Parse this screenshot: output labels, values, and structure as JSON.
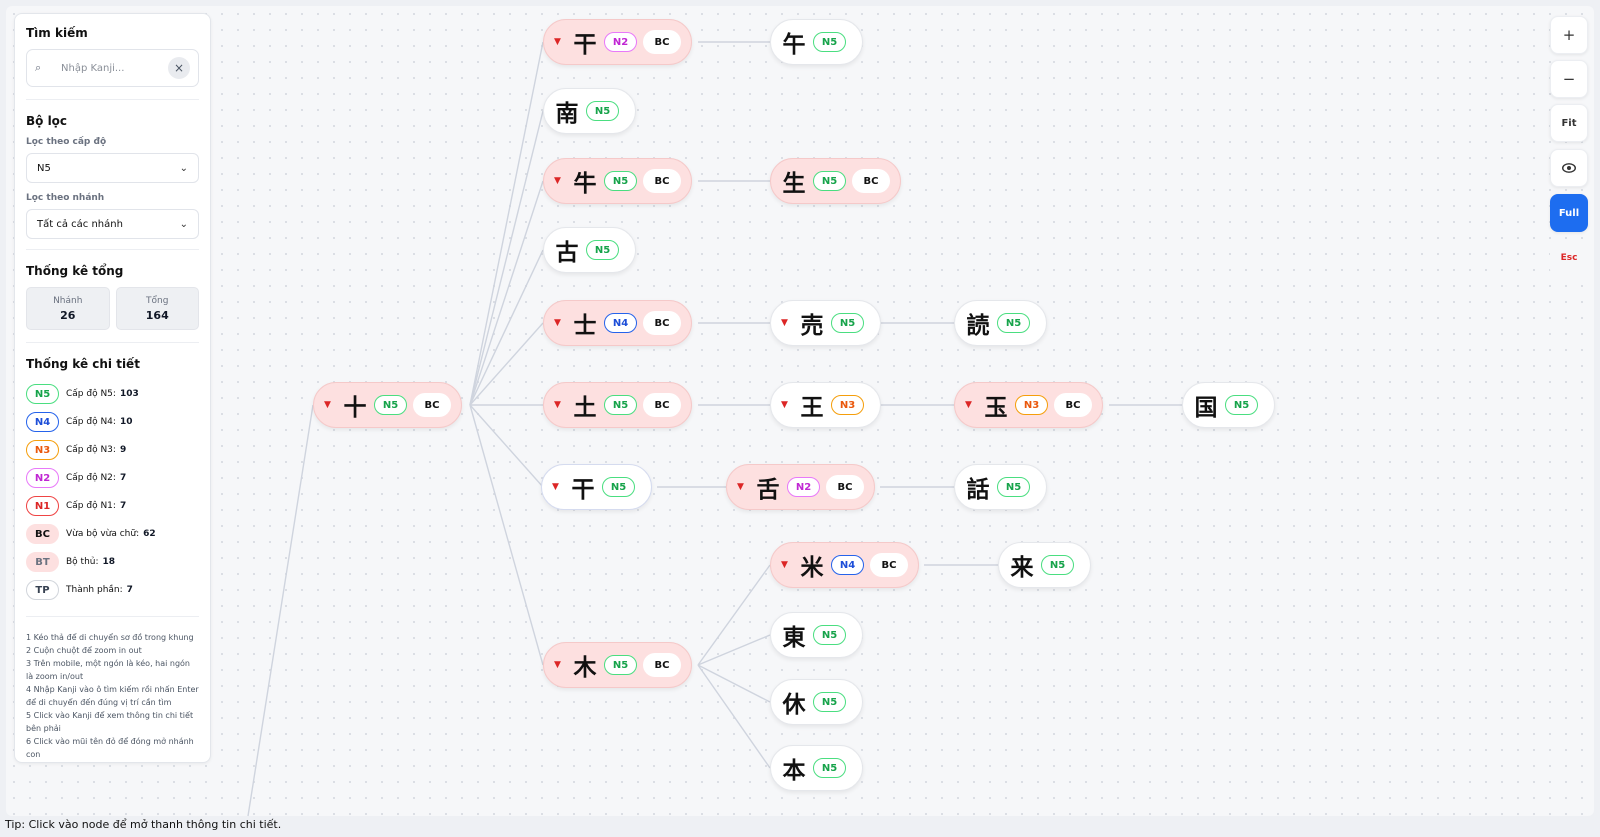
{
  "sidebar": {
    "search": {
      "title": "Tìm kiếm",
      "placeholder": "Nhập Kanji...",
      "icon": "search-icon",
      "clear": "×"
    },
    "filter": {
      "title": "Bộ lọc",
      "level_label": "Lọc theo cấp độ",
      "level_value": "N5",
      "branch_label": "Lọc theo nhánh",
      "branch_value": "Tất cả các nhánh"
    },
    "totals": {
      "title": "Thống kê tổng",
      "branches_label": "Nhánh",
      "branches_value": "26",
      "total_label": "Tổng",
      "total_value": "164"
    },
    "details": {
      "title": "Thống kê chi tiết",
      "rows": [
        {
          "tag": "N5",
          "label": "Cấp độ N5:",
          "value": "103"
        },
        {
          "tag": "N4",
          "label": "Cấp độ N4:",
          "value": "10"
        },
        {
          "tag": "N3",
          "label": "Cấp độ N3:",
          "value": "9"
        },
        {
          "tag": "N2",
          "label": "Cấp độ N2:",
          "value": "7"
        },
        {
          "tag": "N1",
          "label": "Cấp độ N1:",
          "value": "7"
        },
        {
          "tag": "BC",
          "label": "Vừa bộ vừa chữ:",
          "value": "62"
        },
        {
          "tag": "BT",
          "label": "Bộ thủ:",
          "value": "18"
        },
        {
          "tag": "TP",
          "label": "Thành phần:",
          "value": "7"
        }
      ]
    },
    "tips": [
      "1 Kéo thả để di chuyển sơ đồ trong khung",
      "2 Cuộn chuột để zoom in out",
      "3 Trên mobile, một ngón là kéo, hai ngón là zoom in/out",
      "4 Nhập Kanji vào ô tìm kiếm rồi nhấn Enter để di chuyển đến đúng vị trí cần tìm",
      "5 Click vào Kanji để xem thông tin chi tiết bên phải",
      "6 Click vào mũi tên đỏ để đóng mở nhánh con"
    ]
  },
  "nodes": [
    {
      "id": "n-shi",
      "kanji": "十",
      "level": "N5",
      "bc": "BC",
      "red": true,
      "toggle": true
    },
    {
      "id": "n-kan1",
      "kanji": "干",
      "level": "N2",
      "bc": "BC",
      "red": true,
      "toggle": true
    },
    {
      "id": "n-go",
      "kanji": "午",
      "level": "N5",
      "bc": "",
      "red": false,
      "toggle": false
    },
    {
      "id": "n-nan",
      "kanji": "南",
      "level": "N5",
      "bc": "",
      "red": false,
      "toggle": false
    },
    {
      "id": "n-ushi",
      "kanji": "牛",
      "level": "N5",
      "bc": "BC",
      "red": true,
      "toggle": true
    },
    {
      "id": "n-sei",
      "kanji": "生",
      "level": "N5",
      "bc": "BC",
      "red": true,
      "toggle": false
    },
    {
      "id": "n-ko",
      "kanji": "古",
      "level": "N5",
      "bc": "",
      "red": false,
      "toggle": false
    },
    {
      "id": "n-samurai",
      "kanji": "士",
      "level": "N4",
      "bc": "BC",
      "red": true,
      "toggle": true
    },
    {
      "id": "n-uri",
      "kanji": "売",
      "level": "N5",
      "bc": "",
      "red": false,
      "toggle": true
    },
    {
      "id": "n-doku",
      "kanji": "読",
      "level": "N5",
      "bc": "",
      "red": false,
      "toggle": false
    },
    {
      "id": "n-tsuchi",
      "kanji": "土",
      "level": "N5",
      "bc": "BC",
      "red": true,
      "toggle": true
    },
    {
      "id": "n-ou",
      "kanji": "王",
      "level": "N3",
      "bc": "",
      "red": false,
      "toggle": true
    },
    {
      "id": "n-gyoku",
      "kanji": "玉",
      "level": "N3",
      "bc": "BC",
      "red": true,
      "toggle": true
    },
    {
      "id": "n-koku",
      "kanji": "国",
      "level": "N5",
      "bc": "",
      "red": false,
      "toggle": false
    },
    {
      "id": "n-kan2",
      "kanji": "干",
      "level": "N5",
      "bc": "",
      "red": false,
      "toggle": true,
      "selected": true
    },
    {
      "id": "n-shita",
      "kanji": "舌",
      "level": "N2",
      "bc": "BC",
      "red": true,
      "toggle": true
    },
    {
      "id": "n-hanashi",
      "kanji": "話",
      "level": "N5",
      "bc": "",
      "red": false,
      "toggle": false
    },
    {
      "id": "n-kome",
      "kanji": "米",
      "level": "N4",
      "bc": "BC",
      "red": true,
      "toggle": true
    },
    {
      "id": "n-rai",
      "kanji": "来",
      "level": "N5",
      "bc": "",
      "red": false,
      "toggle": false
    },
    {
      "id": "n-ki",
      "kanji": "木",
      "level": "N5",
      "bc": "BC",
      "red": true,
      "toggle": true
    },
    {
      "id": "n-higashi",
      "kanji": "東",
      "level": "N5",
      "bc": "",
      "red": false,
      "toggle": false
    },
    {
      "id": "n-yasumu",
      "kanji": "休",
      "level": "N5",
      "bc": "",
      "red": false,
      "toggle": false
    },
    {
      "id": "n-hon",
      "kanji": "本",
      "level": "N5",
      "bc": "",
      "red": false,
      "toggle": false
    }
  ],
  "toolbar": {
    "zoom_in": "+",
    "zoom_out": "−",
    "fit": "Fit",
    "view_icon": "eye-icon",
    "full": "Full",
    "esc": "Esc"
  },
  "tip": "Tip: Click vào node để mở thanh thông tin chi tiết.",
  "colors": {
    "N5": "#16a34a",
    "N4": "#1d4ed8",
    "N3": "#ea580c",
    "N2": "#c026d3",
    "N1": "#dc2626",
    "node_red_bg": "#fde0e0",
    "accent": "#1d6df0"
  }
}
